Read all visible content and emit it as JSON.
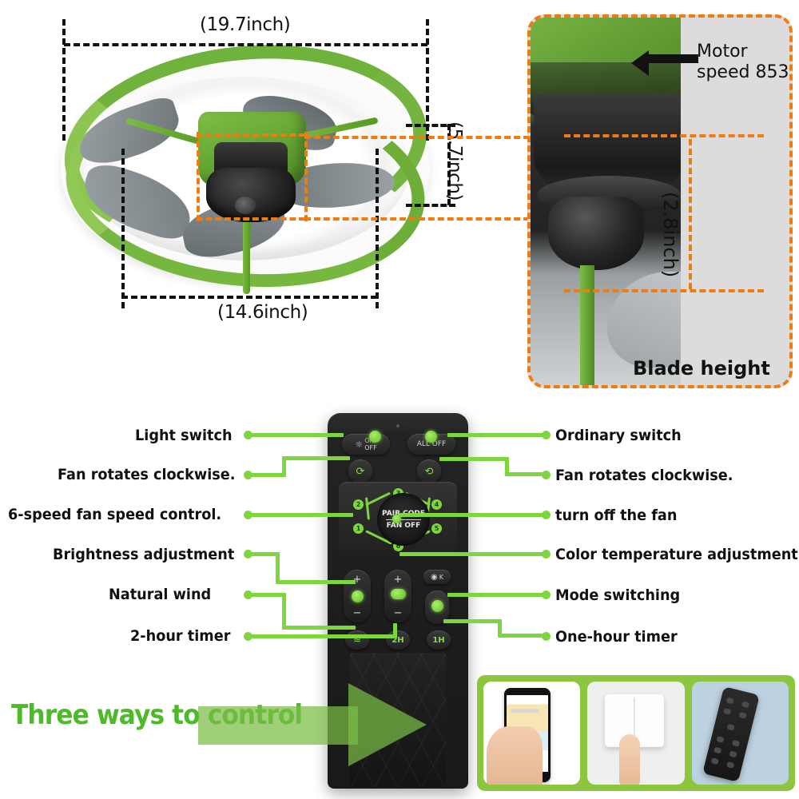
{
  "dimensions_panel": {
    "width_label": "(19.7inch)",
    "height_label": "(5.7inch)",
    "inner_width_label": "(14.6inch)"
  },
  "detail_panel": {
    "motor_speed_label": "Motor\nspeed 853",
    "motor_speed_line1": "Motor",
    "motor_speed_line2": "speed 853",
    "blade_height_dim": "(2.8inch)",
    "blade_height_label": "Blade height"
  },
  "remote": {
    "light_button_line1": "ON",
    "light_button_line2": "OFF",
    "all_off_button": "ALL OFF",
    "pair_code": "PAIR CODE",
    "fan_off": "FAN OFF",
    "speed_points": [
      "1",
      "2",
      "3",
      "4",
      "5",
      "6"
    ],
    "plus": "+",
    "minus": "−",
    "kelvin_button": "K",
    "timer_2h": "2H",
    "timer_1h": "1H"
  },
  "callouts_left": [
    {
      "label": "Light switch"
    },
    {
      "label": "Fan rotates clockwise."
    },
    {
      "label": "6-speed fan speed control."
    },
    {
      "label": "Brightness adjustment"
    },
    {
      "label": "Natural wind"
    },
    {
      "label": "2-hour timer"
    }
  ],
  "callouts_right": [
    {
      "label": "Ordinary switch"
    },
    {
      "label": "Fan rotates clockwise."
    },
    {
      "label": "turn off the fan"
    },
    {
      "label": "Color temperature adjustment"
    },
    {
      "label": "Mode switching"
    },
    {
      "label": "One-hour timer"
    }
  ],
  "footer": {
    "three_ways_title": "Three ways to control",
    "methods": [
      "app-phone-control",
      "wall-switch-control",
      "remote-control"
    ]
  },
  "colors": {
    "accent_green": "#7ED63E",
    "title_green": "#4CBB28",
    "panel_green": "#8CC63F",
    "product_green": "#6FB23C",
    "dash_orange": "#F07C10",
    "text_black": "#111111"
  }
}
